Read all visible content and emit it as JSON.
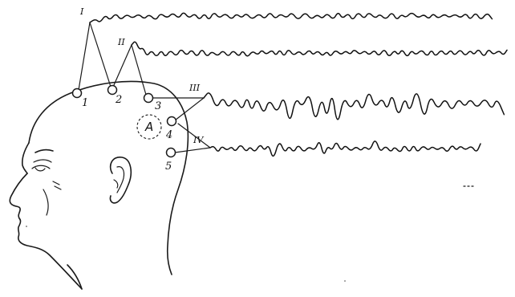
{
  "electrodes": [
    {
      "label": "1"
    },
    {
      "label": "2"
    },
    {
      "label": "3"
    },
    {
      "label": "4"
    },
    {
      "label": "5"
    }
  ],
  "channels": [
    {
      "label": "I"
    },
    {
      "label": "II"
    },
    {
      "label": "III"
    },
    {
      "label": "IV"
    }
  ],
  "focus": {
    "label": "A"
  }
}
